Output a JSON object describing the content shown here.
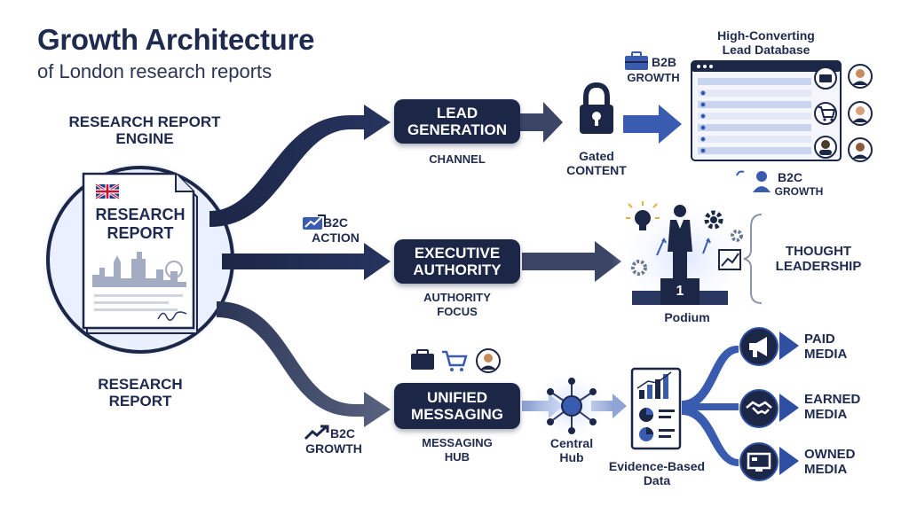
{
  "header": {
    "title": "Growth Architecture",
    "subtitle": "of London research reports"
  },
  "left": {
    "engine_label_line1": "RESEARCH REPORT",
    "engine_label_line2": "ENGINE",
    "document_title_line1": "RESEARCH",
    "document_title_line2": "REPORT",
    "bottom_label_line1": "RESEARCH",
    "bottom_label_line2": "REPORT"
  },
  "paths": {
    "b2c_action_line1": "B2C",
    "b2c_action_line2": "ACTION",
    "b2c_growth_line1": "B2C",
    "b2c_growth_line2": "GROWTH"
  },
  "lead": {
    "box_line1": "LEAD",
    "box_line2": "GENERATION",
    "caption": "CHANNEL",
    "gated_line1": "Gated",
    "gated_line2": "CONTENT",
    "b2b_line1": "B2B",
    "b2b_line2": "GROWTH",
    "database_line1": "High-Converting",
    "database_line2": "Lead Database",
    "b2c_line1": "B2C",
    "b2c_line2": "GROWTH"
  },
  "executive": {
    "box_line1": "EXECUTIVE",
    "box_line2": "AUTHORITY",
    "caption_line1": "AUTHORITY",
    "caption_line2": "FOCUS",
    "podium_number": "1",
    "podium_label": "Podium",
    "thought_line1": "THOUGHT",
    "thought_line2": "LEADERSHIP"
  },
  "messaging": {
    "box_line1": "UNIFIED",
    "box_line2": "MESSAGING",
    "caption_line1": "MESSAGING",
    "caption_line2": "HUB",
    "hub_line1": "Central",
    "hub_line2": "Hub",
    "evidence_line1": "Evidence-Based",
    "evidence_line2": "Data"
  },
  "media": [
    {
      "line1": "PAID",
      "line2": "MEDIA",
      "icon": "megaphone-icon"
    },
    {
      "line1": "EARNED",
      "line2": "MEDIA",
      "icon": "handshake-icon"
    },
    {
      "line1": "OWNED",
      "line2": "MEDIA",
      "icon": "monitor-icon"
    }
  ],
  "colors": {
    "navy": "#1c2647",
    "blue": "#3a5cb0",
    "glow": "#5f86e8"
  }
}
